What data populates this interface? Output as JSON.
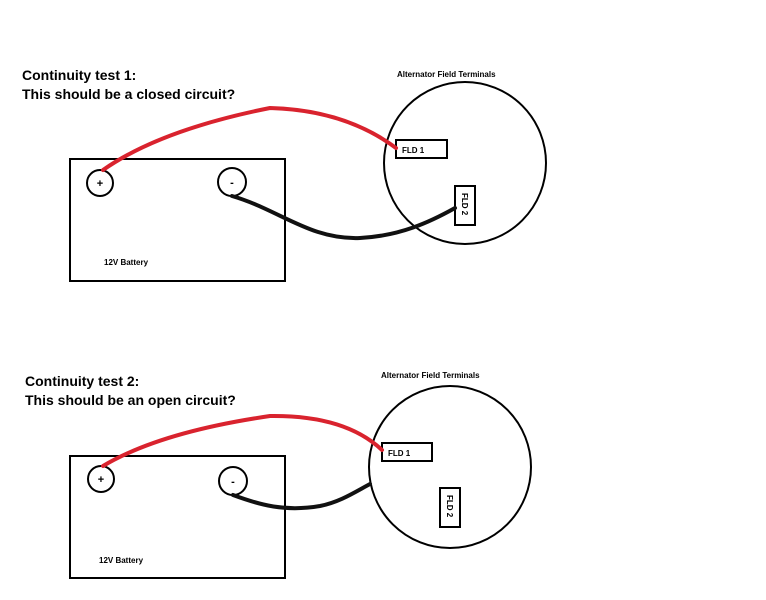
{
  "test1": {
    "title": "Continuity test 1:",
    "subtitle": "This should be a closed circuit?",
    "alternator_label": "Alternator Field Terminals",
    "battery_label": "12V Battery",
    "plus": "+",
    "minus": "-",
    "fld1": "FLD 1",
    "fld2": "FLD 2"
  },
  "test2": {
    "title": "Continuity test 2:",
    "subtitle": "This should be an open circuit?",
    "alternator_label": "Alternator Field Terminals",
    "battery_label": "12V Battery",
    "plus": "+",
    "minus": "-",
    "fld1": "FLD 1",
    "fld2": "FLD 2"
  },
  "colors": {
    "positive_wire": "#d9232e",
    "negative_wire": "#111111"
  }
}
